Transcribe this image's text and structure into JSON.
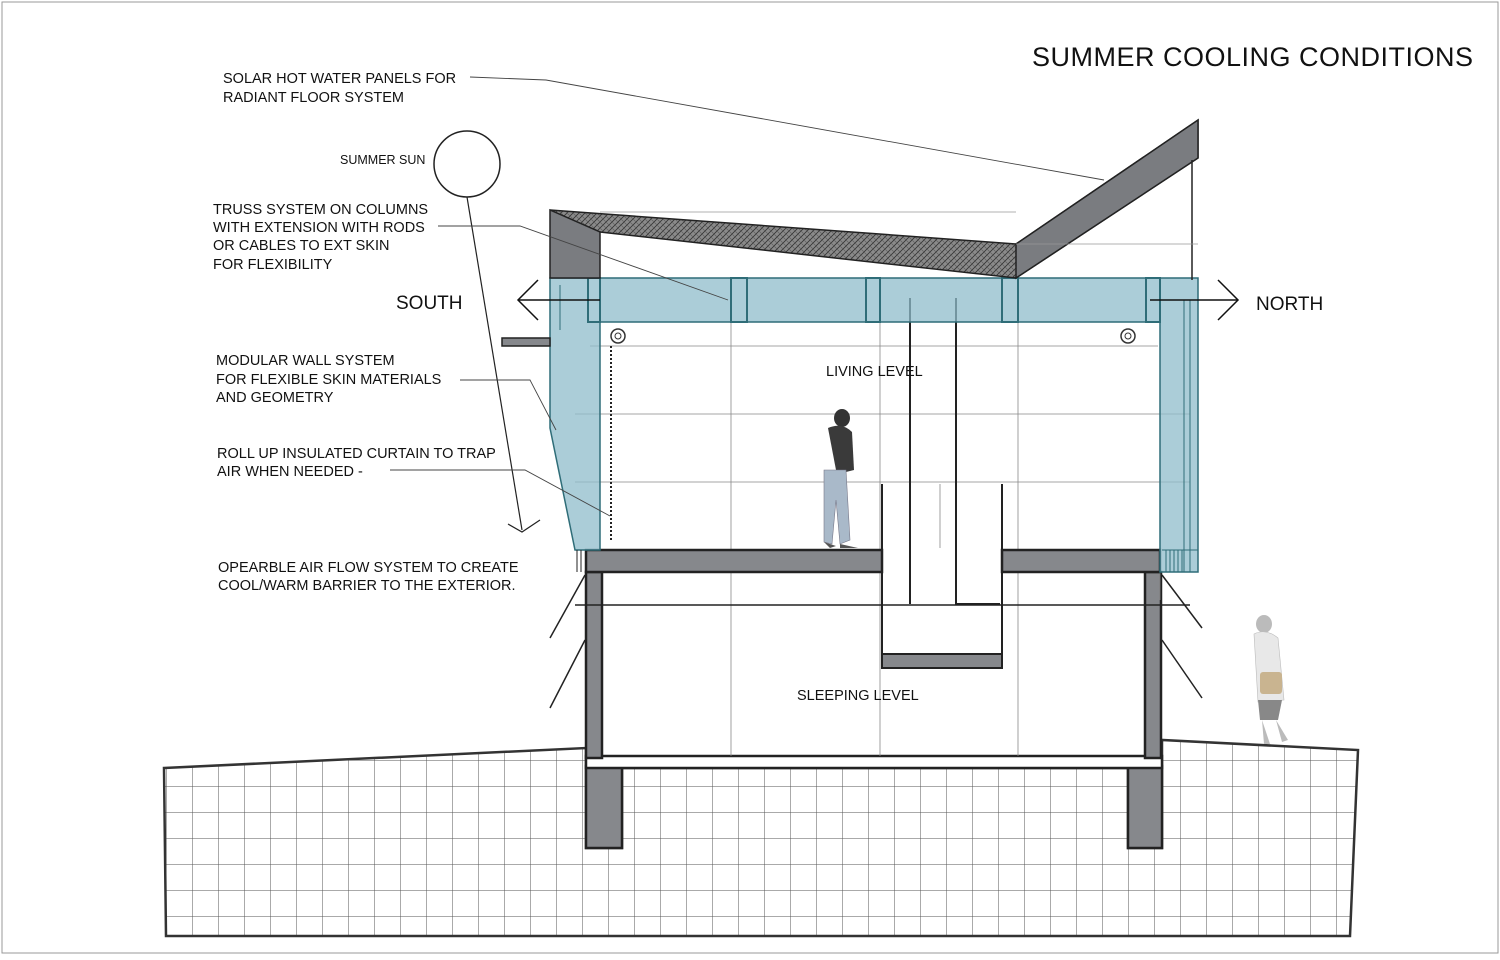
{
  "title": "SUMMER COOLING CONDITIONS",
  "notes": {
    "solar_line1": "SOLAR HOT WATER PANELS FOR",
    "solar_line2": "RADIANT FLOOR SYSTEM",
    "sun": "SUMMER SUN",
    "truss_line1": "TRUSS SYSTEM ON COLUMNS",
    "truss_line2": "WITH EXTENSION WITH RODS",
    "truss_line3": "OR CABLES TO EXT SKIN",
    "truss_line4": "FOR FLEXIBILITY",
    "wall_line1": "MODULAR WALL SYSTEM",
    "wall_line2": "FOR FLEXIBLE SKIN MATERIALS",
    "wall_line3": "AND GEOMETRY",
    "curtain_line1": "ROLL UP INSULATED CURTAIN TO TRAP",
    "curtain_line2": "AIR WHEN NEEDED -",
    "airflow_line1": "OPEARBLE AIR FLOW SYSTEM TO CREATE",
    "airflow_line2": "COOL/WARM BARRIER TO THE EXTERIOR."
  },
  "directions": {
    "south": "SOUTH",
    "north": "NORTH"
  },
  "levels": {
    "living": "LIVING LEVEL",
    "sleeping": "SLEEPING LEVEL"
  },
  "colors": {
    "skin": "#8fbccb",
    "skin_edge": "#2f6d78",
    "concrete": "#86888c",
    "structure": "#222222"
  }
}
